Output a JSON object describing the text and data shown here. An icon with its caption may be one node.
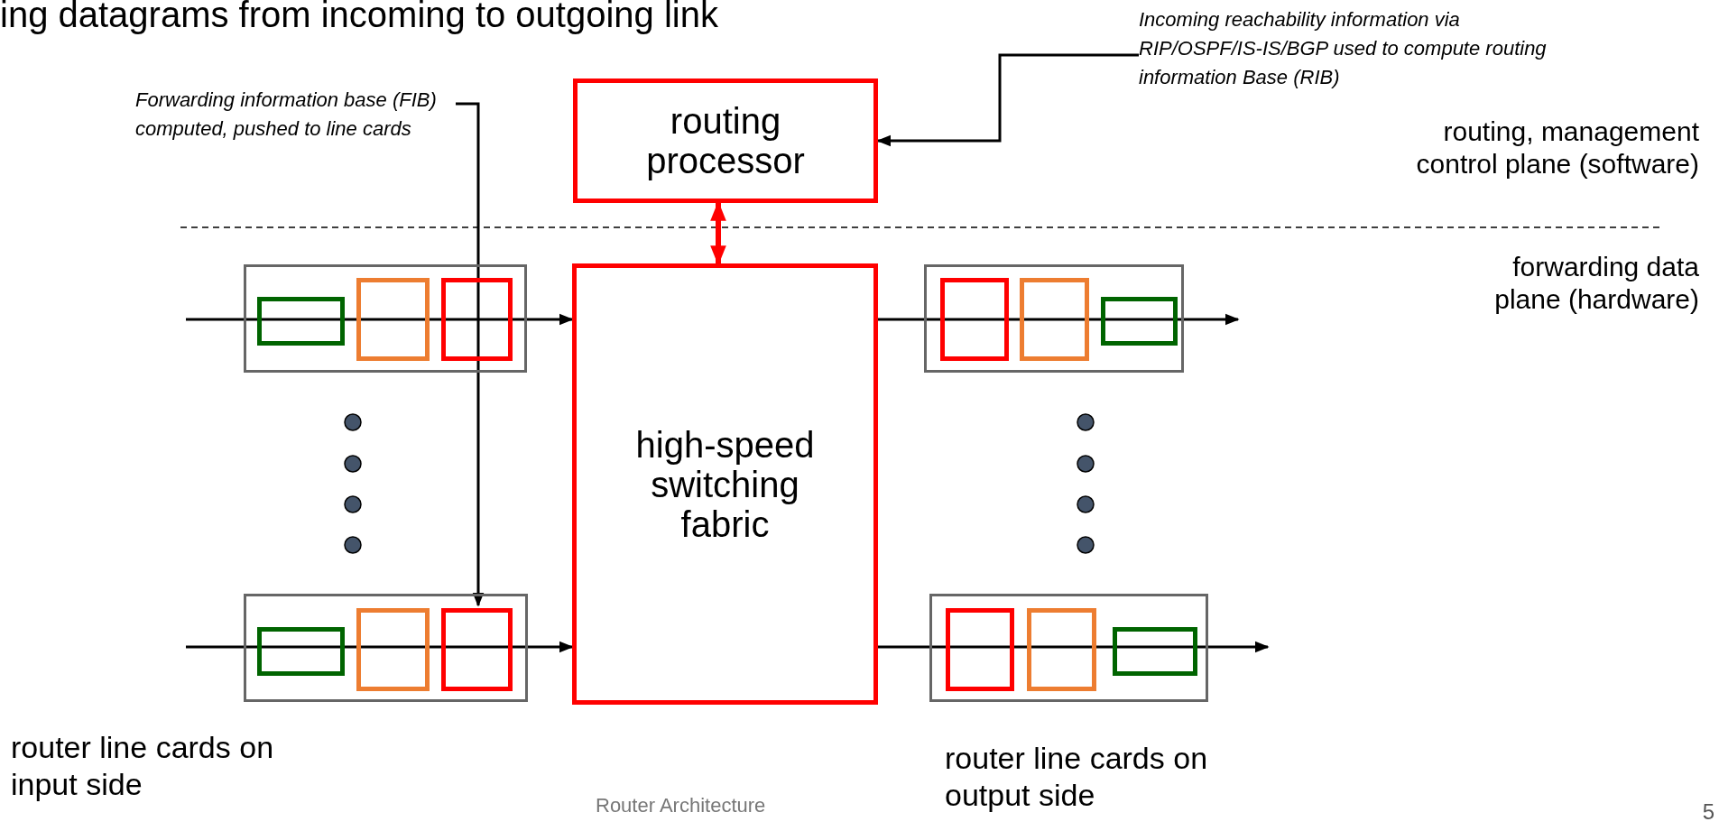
{
  "diagram": {
    "title": "ing datagrams from incoming to outgoing link",
    "nodes": [
      {
        "text": [
          "routing processor"
        ]
      },
      {
        "text": [
          "Forwarding information base (FIB) computed, pushed to line cards"
        ]
      },
      {
        "text": [
          "Incoming reachability information via RIP/OSPF/IS-IS/BGP used to compute routing information Base (RIB)"
        ]
      },
      {
        "text": [
          "high-speed switching fabric"
        ]
      },
      {
        "text": [],
        "shape": "box"
      },
      {
        "text": [],
        "shape": "box",
        "in": 4
      },
      {
        "text": [],
        "shape": "box",
        "in": 4
      },
      {
        "text": [],
        "shape": "box",
        "in": 4
      },
      {
        "text": [],
        "shape": "box"
      },
      {
        "text": [],
        "shape": "box",
        "in": 8
      },
      {
        "text": [],
        "shape": "box",
        "in": 8
      },
      {
        "text": [],
        "shape": "box",
        "in": 8
      },
      {
        "text": [],
        "shape": "box"
      },
      {
        "text": [],
        "shape": "box",
        "in": 12
      },
      {
        "text": [],
        "shape": "box",
        "in": 12
      },
      {
        "text": [],
        "shape": "box",
        "in": 12
      },
      {
        "text": [],
        "shape": "box"
      },
      {
        "text": [],
        "shape": "box",
        "in": 16
      },
      {
        "text": [],
        "shape": "box",
        "in": 16
      },
      {
        "text": [],
        "shape": "box",
        "in": 16
      }
    ],
    "edges": [
      {
        "from": 2,
        "to": 0,
        "arrow": "to"
      },
      {
        "from": 1,
        "to": 15,
        "arrow": "to"
      },
      {
        "from": 0,
        "to": 3,
        "arrow": "both",
        "style": "thick",
        "color": "#ff0000"
      },
      {
        "from": null,
        "to": 3,
        "arrow": "to"
      },
      {
        "from": 3,
        "to": null,
        "arrow": "to"
      },
      {
        "from": null,
        "to": 3,
        "arrow": "to"
      },
      {
        "from": 3,
        "to": null,
        "arrow": "to"
      }
    ],
    "labels": [
      "routing, management control plane (software)",
      "forwarding data plane (hardware)",
      "router line cards on input side",
      "Router Architecture",
      "router line cards on output side",
      "5"
    ]
  }
}
